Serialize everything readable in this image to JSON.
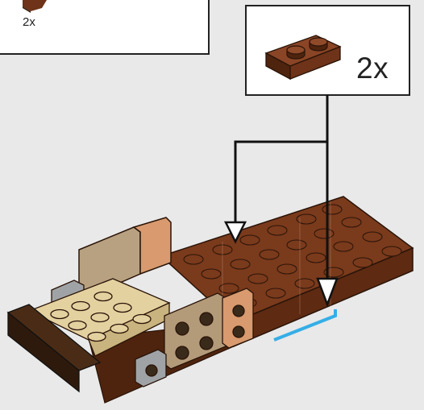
{
  "previous_step": {
    "quantity": "2x"
  },
  "callout": {
    "quantity": "2x",
    "part": {
      "name": "plate-1x2",
      "color": "#6e3318"
    }
  },
  "colors": {
    "reddish_brown": "#6e3318",
    "dark_brown": "#3b2010",
    "tan": "#e4d1a0",
    "dark_tan": "#b39b7a",
    "nougat": "#d89a6e",
    "light_gray": "#a0a3a6",
    "placement_highlight": "#35aee6"
  }
}
